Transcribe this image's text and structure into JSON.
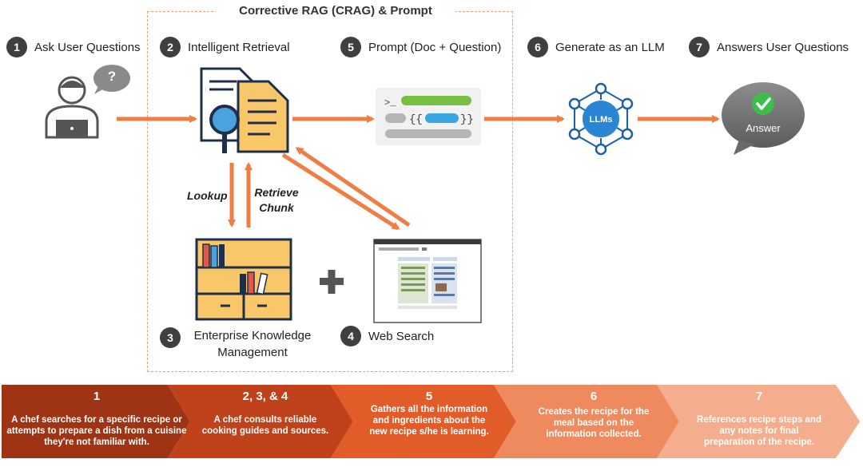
{
  "diagram": {
    "frame_title": "Corrective RAG (CRAG) & Prompt",
    "steps": [
      {
        "num": "1",
        "label": "Ask User Questions"
      },
      {
        "num": "2",
        "label": "Intelligent Retrieval"
      },
      {
        "num": "5",
        "label": "Prompt (Doc + Question)"
      },
      {
        "num": "6",
        "label": "Generate as an LLM"
      },
      {
        "num": "7",
        "label": "Answers User Questions"
      },
      {
        "num": "3",
        "label_line1": "Enterprise Knowledge",
        "label_line2": "Management"
      },
      {
        "num": "4",
        "label": "Web Search"
      }
    ],
    "edge_labels": {
      "lookup": "Lookup",
      "retrieve_line1": "Retrieve",
      "retrieve_line2": "Chunk"
    },
    "question_mark": "?",
    "prompt_prefix": ">_",
    "prompt_braces_open": "{{",
    "prompt_braces_close": "}}",
    "llm_label": "LLMs",
    "answer_label": "Answer"
  },
  "banner": [
    {
      "num": "1",
      "desc": "A chef searches for a specific recipe or attempts to prepare a dish from a cuisine they're not familiar with."
    },
    {
      "num": "2, 3, & 4",
      "desc": "A chef consults reliable cooking guides and sources."
    },
    {
      "num": "5",
      "desc": "Gathers all the information and ingredients about the new recipe s/he is learning."
    },
    {
      "num": "6",
      "desc": "Creates the recipe for the meal based on the information collected."
    },
    {
      "num": "7",
      "desc": "References recipe steps and any notes for final preparation of the recipe."
    }
  ],
  "colors": {
    "accent_orange": "#f07d43",
    "badge": "#3f3f3f",
    "banner": [
      "#9e3413",
      "#c0421a",
      "#e25c2a",
      "#ee8a5d",
      "#f4ad8d"
    ]
  }
}
